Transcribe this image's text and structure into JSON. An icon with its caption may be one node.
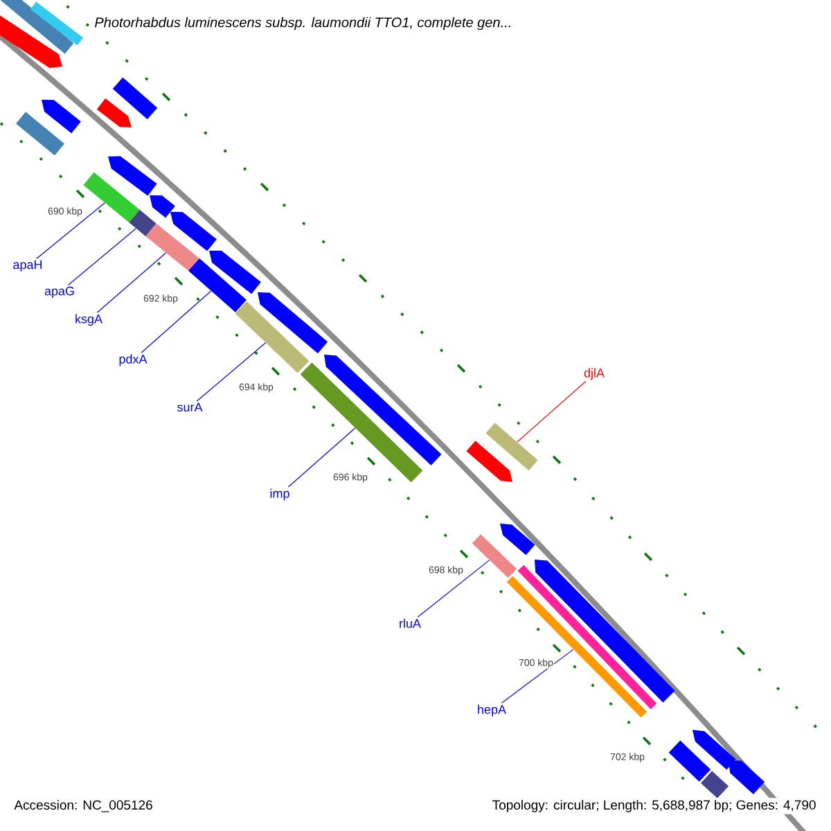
{
  "diagram": {
    "title": "Photorhabdus luminescens subsp. laumondii TTO1, complete gen...",
    "nodes": [
      {
        "text": [
          "apaH"
        ]
      },
      {
        "text": [],
        "shape": "bar"
      },
      {
        "text": [
          "apaG"
        ]
      },
      {
        "text": [],
        "shape": "bar"
      },
      {
        "text": [
          "ksgA"
        ]
      },
      {
        "text": [],
        "shape": "bar"
      },
      {
        "text": [
          "pdxA"
        ]
      },
      {
        "text": [],
        "shape": "bar"
      },
      {
        "text": [
          "surA"
        ]
      },
      {
        "text": [],
        "shape": "bar"
      },
      {
        "text": [
          "imp"
        ]
      },
      {
        "text": [],
        "shape": "bar"
      },
      {
        "text": [
          "djlA"
        ]
      },
      {
        "text": [],
        "shape": "bar"
      },
      {
        "text": [
          "rluA"
        ]
      },
      {
        "text": [],
        "shape": "bar"
      },
      {
        "text": [
          "hepA"
        ]
      },
      {
        "text": [],
        "shape": "bar"
      },
      {
        "text": [],
        "shape": "bar"
      },
      {
        "text": [],
        "shape": "bar"
      },
      {
        "text": [],
        "shape": "arrow"
      },
      {
        "text": [],
        "shape": "arrow"
      },
      {
        "text": [],
        "shape": "bar"
      },
      {
        "text": [],
        "shape": "arrow"
      },
      {
        "text": [],
        "shape": "bar"
      },
      {
        "text": [],
        "shape": "arrow"
      },
      {
        "text": [],
        "shape": "arrow"
      },
      {
        "text": [],
        "shape": "arrow"
      },
      {
        "text": [],
        "shape": "arrow"
      },
      {
        "text": [],
        "shape": "arrow"
      },
      {
        "text": [],
        "shape": "arrow"
      },
      {
        "text": [],
        "shape": "arrow"
      },
      {
        "text": [],
        "shape": "arrow"
      },
      {
        "text": [],
        "shape": "arrow"
      },
      {
        "text": [],
        "shape": "bar"
      },
      {
        "text": [],
        "shape": "arrow"
      },
      {
        "text": [],
        "shape": "bar"
      },
      {
        "text": [],
        "shape": "bar"
      },
      {
        "text": [],
        "shape": "arrow"
      }
    ],
    "edges": [
      {
        "from": 0,
        "to": 1,
        "arrow": "none"
      },
      {
        "from": 2,
        "to": 3,
        "arrow": "none"
      },
      {
        "from": 4,
        "to": 5,
        "arrow": "none"
      },
      {
        "from": 6,
        "to": 7,
        "arrow": "none"
      },
      {
        "from": 8,
        "to": 9,
        "arrow": "none"
      },
      {
        "from": 10,
        "to": 11,
        "arrow": "none"
      },
      {
        "from": 12,
        "to": 13,
        "arrow": "none",
        "color": "#ff0000"
      },
      {
        "from": 14,
        "to": 15,
        "arrow": "none"
      },
      {
        "from": 16,
        "to": 17,
        "arrow": "none"
      }
    ],
    "labels": [
      "690 kbp",
      "692 kbp",
      "694 kbp",
      "696 kbp",
      "698 kbp",
      "700 kbp",
      "702 kbp",
      "Accession: NC_005126",
      "Topology: circular; Length: 5,688,987 bp; Genes: 4,790"
    ]
  }
}
